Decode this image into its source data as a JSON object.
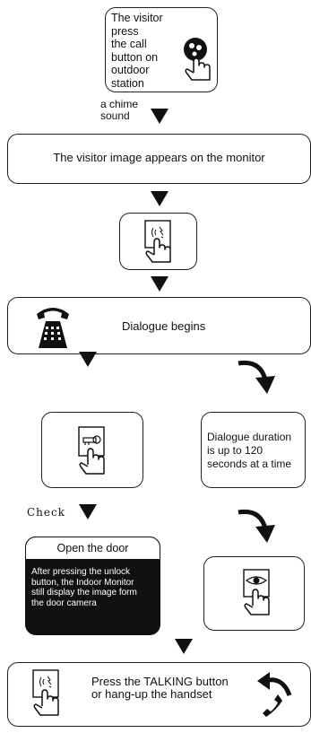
{
  "steps": {
    "visitor_press": "The visitor press\nthe call\nbutton on\noutdoor\nstation",
    "chime": "a chime\nsound",
    "image_appears": "The visitor image appears on the monitor",
    "dialogue_begins": "Dialogue begins",
    "duration": "Dialogue duration\nis up to 120\nseconds at a time",
    "check": "Check",
    "open_door_title": "Open the door",
    "open_door_body": "After pressing the unlock\nbutton, the Indoor Monitor\nstill display the image form\nthe door camera",
    "press_talking": "Press the TALKING button\nor hang-up the handset"
  },
  "colors": {
    "line": "#222222",
    "fill": "#111111",
    "bg": "#ffffff"
  },
  "icons": [
    "call-button-press-icon",
    "talk-button-press-icon",
    "telephone-icon",
    "unlock-button-press-icon",
    "monitor-button-press-icon",
    "hang-up-handset-icon"
  ]
}
